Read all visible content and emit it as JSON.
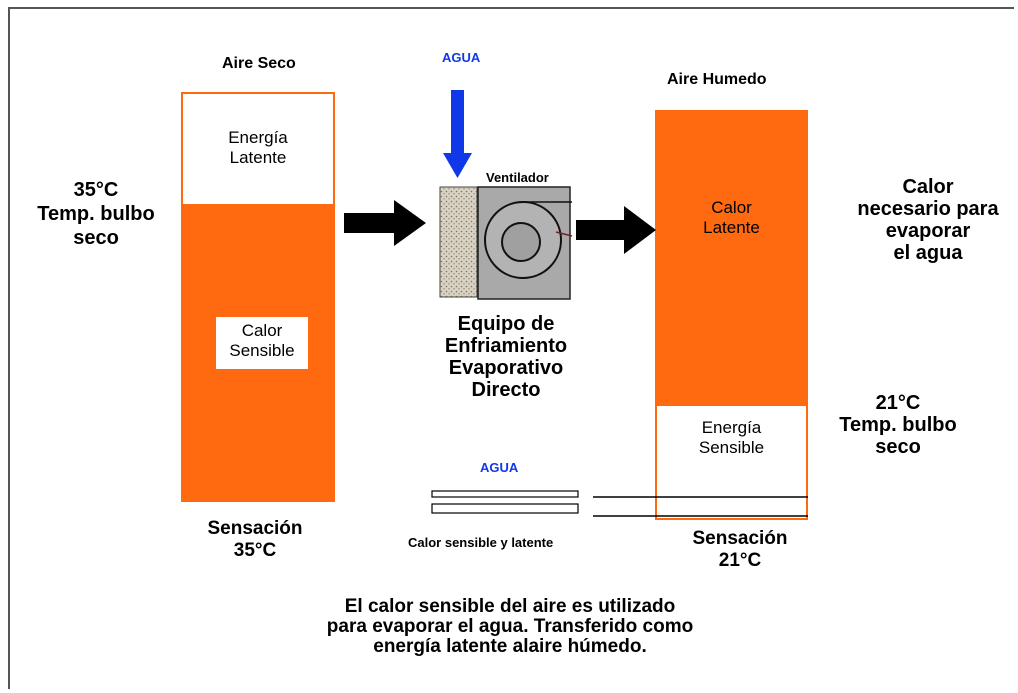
{
  "colors": {
    "accent": "#ff6a10",
    "water_blue": "#1038e8",
    "arrow": "#000000"
  },
  "left": {
    "title": "Aire Seco",
    "top_label": [
      "Energía",
      "Latente"
    ],
    "bottom_label": [
      "Calor",
      "Sensible"
    ],
    "side_label": [
      "35°C",
      "Temp. bulbo",
      "seco"
    ],
    "caption": [
      "Sensación",
      "35°C"
    ]
  },
  "middle": {
    "water_label": "AGUA",
    "fan_label": "Ventilador",
    "equipment_label": [
      "Equipo de",
      "Enfriamiento",
      "Evaporativo",
      "Directo"
    ],
    "water_label_2": "AGUA",
    "pipe_caption": "Calor sensible y latente"
  },
  "right": {
    "title": "Aire Humedo",
    "top_label": [
      "Calor",
      "Latente"
    ],
    "bottom_label": [
      "Energía",
      "Sensible"
    ],
    "side_label_top": [
      "Calor",
      "necesario para",
      "evaporar",
      "el agua"
    ],
    "side_label_bottom": [
      "21°C",
      "Temp. bulbo",
      "seco"
    ],
    "caption": [
      "Sensación",
      "21°C"
    ]
  },
  "footer": [
    "El calor sensible del aire es utilizado",
    "para evaporar el agua. Transferido como",
    "energía latente alaire húmedo."
  ]
}
